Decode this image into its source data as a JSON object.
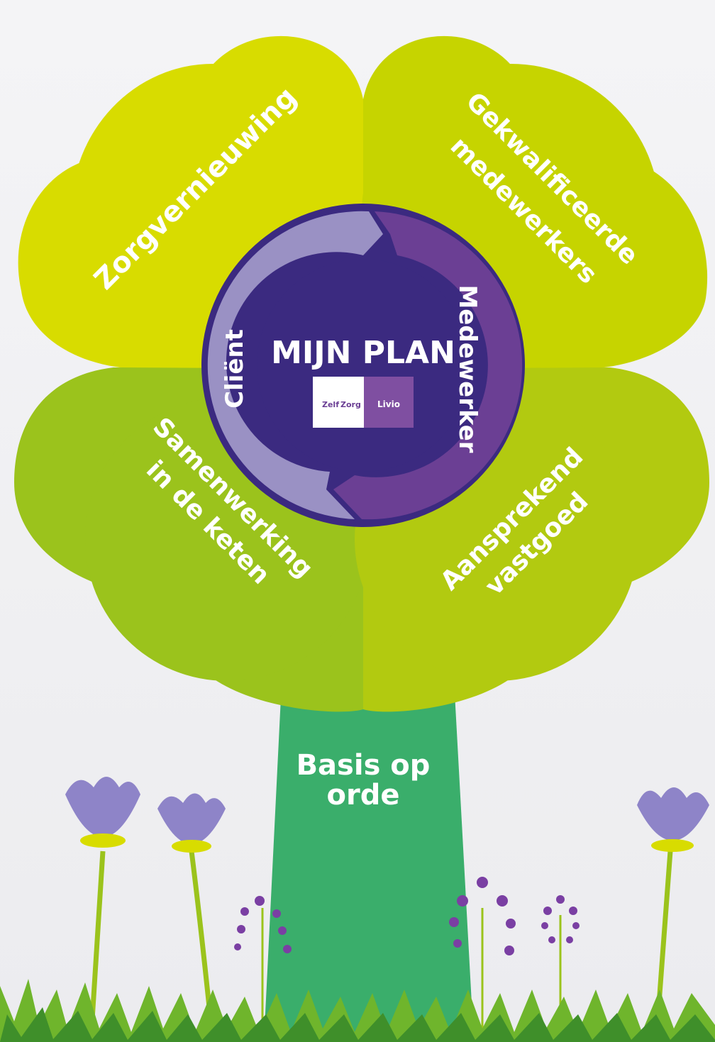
{
  "leaves": {
    "top_left": "Zorgvernieuwing",
    "top_right_line1": "Gekwalificeerde",
    "top_right_line2": "medewerkers",
    "bottom_left_line1": "Samenwerking",
    "bottom_left_line2": "in de keten",
    "bottom_right_line1": "Aansprekend",
    "bottom_right_line2": "vastgoed"
  },
  "center": {
    "title": "MIJN PLAN",
    "ring_left": "Cliënt",
    "ring_right": "Medewerker",
    "logo_left": "Zelf",
    "logo_left_b": "Zorg",
    "logo_right": "Livio"
  },
  "trunk": {
    "line1": "Basis op",
    "line2": "orde"
  },
  "colors": {
    "background": "#f0f0f2",
    "leaf_top_left": "#d8dc00",
    "leaf_top_right": "#c6d400",
    "leaf_bottom_left": "#9bc31c",
    "leaf_bottom_right": "#b2ca10",
    "trunk": "#3aae6b",
    "ring_dark": "#3b2a80",
    "ring_light": "#9a91c4",
    "ring_medium": "#6b3f94",
    "flower": "#8e84c8",
    "berry": "#7a3fa3"
  }
}
